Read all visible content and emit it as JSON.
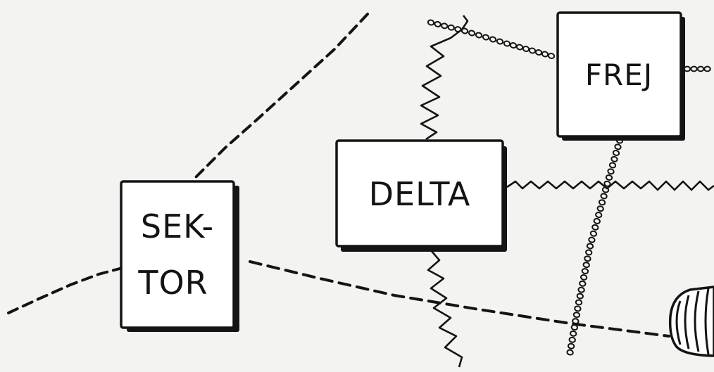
{
  "diagram": {
    "nodes": [
      {
        "id": "frej",
        "lines": [
          "FREJ"
        ]
      },
      {
        "id": "delta",
        "lines": [
          "DELTA"
        ]
      },
      {
        "id": "sektor",
        "lines": [
          "SEK-",
          "TOR"
        ]
      }
    ],
    "links": [
      {
        "id": "link-dashed-sektor-top",
        "style": "dashed"
      },
      {
        "id": "link-dashed-sektor-left",
        "style": "dashed"
      },
      {
        "id": "link-dashed-sektor-right",
        "style": "dashed"
      },
      {
        "id": "link-chain-top-to-frej",
        "style": "chain"
      },
      {
        "id": "link-chain-frej-right",
        "style": "chain"
      },
      {
        "id": "link-chain-frej-down",
        "style": "chain"
      },
      {
        "id": "link-zigzag-delta-up",
        "style": "zigzag"
      },
      {
        "id": "link-zigzag-delta-right",
        "style": "zigzag"
      },
      {
        "id": "link-zigzag-delta-down",
        "style": "zigzag"
      }
    ]
  },
  "colors": {
    "ink": "#141414",
    "box_fill": "#ffffff",
    "background": "#f3f3f1"
  }
}
